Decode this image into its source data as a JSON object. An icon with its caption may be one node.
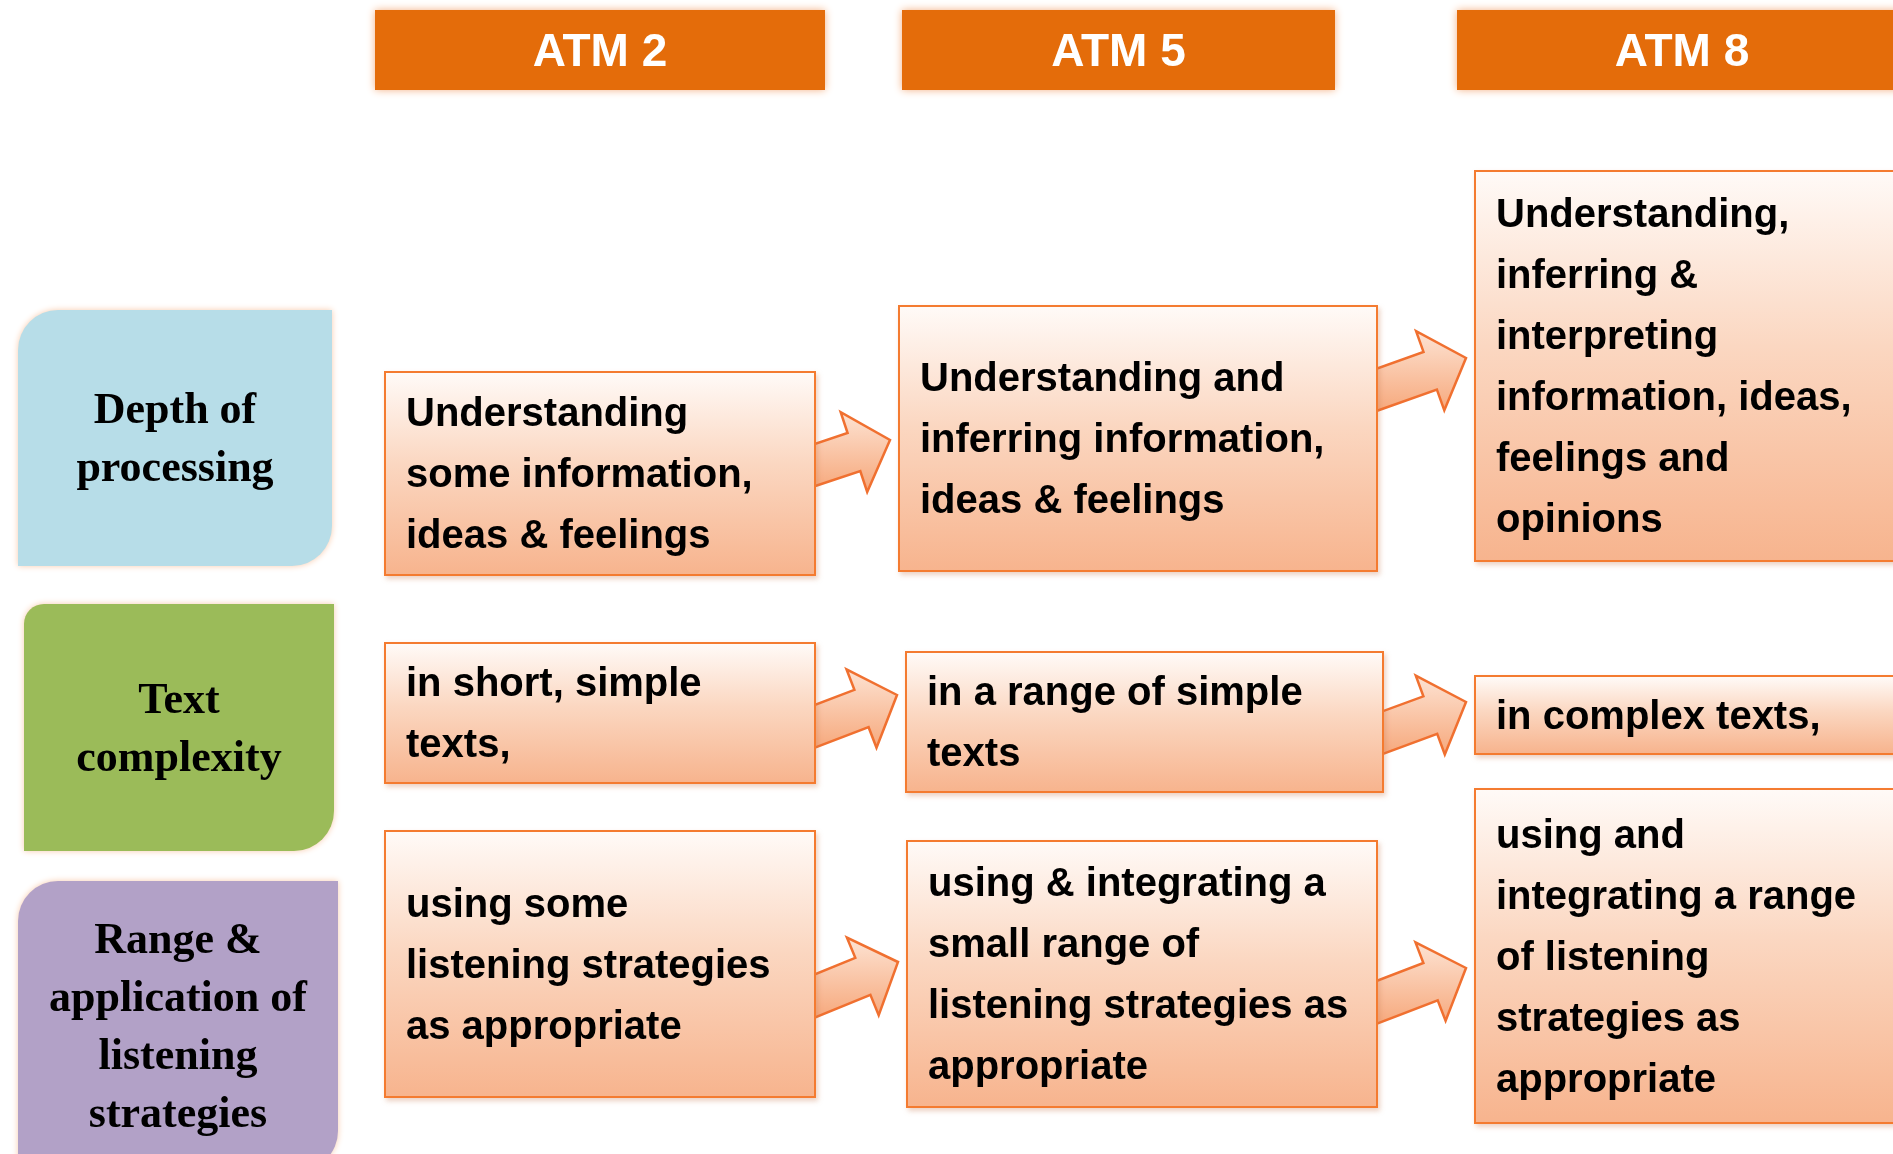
{
  "diagram": {
    "nodes": [
      {
        "text": [
          "ATM 2"
        ]
      },
      {
        "text": [
          "ATM 5"
        ]
      },
      {
        "text": [
          "ATM 8"
        ]
      },
      {
        "text": [
          "Depth of processing"
        ]
      },
      {
        "text": [
          "Text complexity"
        ]
      },
      {
        "text": [
          "Range & application of listening strategies"
        ]
      },
      {
        "text": [
          "Understanding some information, ideas & feelings"
        ]
      },
      {
        "text": [
          "Understanding and inferring information, ideas & feelings"
        ]
      },
      {
        "text": [
          "Understanding, inferring & interpreting information, ideas, feelings and opinions"
        ]
      },
      {
        "text": [
          "in short, simple texts,"
        ]
      },
      {
        "text": [
          "in a range of simple texts"
        ]
      },
      {
        "text": [
          "in complex texts,"
        ]
      },
      {
        "text": [
          "using some listening strategies as appropriate"
        ]
      },
      {
        "text": [
          "using & integrating a small range of listening strategies as appropriate"
        ]
      },
      {
        "text": [
          "using and integrating a range of listening strategies as appropriate"
        ]
      }
    ],
    "edges": [
      {
        "from": 6,
        "to": 7,
        "arrow": "to",
        "style": "thick"
      },
      {
        "from": 7,
        "to": 8,
        "arrow": "to",
        "style": "thick"
      },
      {
        "from": 9,
        "to": 10,
        "arrow": "to",
        "style": "thick"
      },
      {
        "from": 10,
        "to": 11,
        "arrow": "to",
        "style": "thick"
      },
      {
        "from": 12,
        "to": 13,
        "arrow": "to",
        "style": "thick"
      },
      {
        "from": 13,
        "to": 14,
        "arrow": "to",
        "style": "thick"
      }
    ]
  }
}
